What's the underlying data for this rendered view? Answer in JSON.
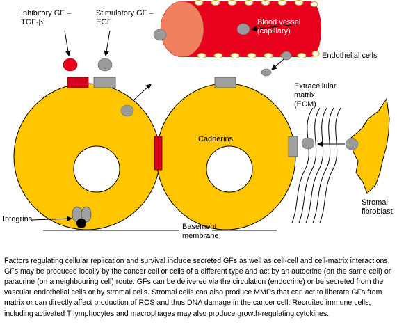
{
  "labels": {
    "inhibitory_gf": "Inhibitory GF –\nTGF-β",
    "stimulatory_gf": "Stimulatory GF –\nEGF",
    "blood_vessel": "Blood vessel\n(capillary)",
    "endothelial_cells": "Endothelial cells",
    "ecm": "Extracellular\nmatrix\n(ECM)",
    "cadherins": "Cadherins",
    "stromal_fibroblast": "Stromal\nfibroblast",
    "integrins": "Integrins",
    "basement_membrane": "Basement\nmembrane"
  },
  "caption": "Factors regulating cellular replication and survival include secreted GFs as well as cell-cell and cell-matrix interactions. GFs may be produced locally by the cancer cell or cells of a different type and act by an autocrine (on the same cell) or paracrine (on a neighbouring cell) route. GFs can be delivered via the circulation (endocrine) or be secreted from the vascular endothelial cells or by stromal cells. Stromal cells can also produce MMPs that can act to liberate GFs from matrix or can directly affect production of ROS and thus DNA damage in the cancer cell. Recruited immune cells, including activated T lymphocytes and macrophages may also produce growth-regulating cytokines.",
  "colors": {
    "cell_fill": "#ffc600",
    "vessel_red": "#e8001c",
    "vessel_end": "#f08060",
    "receptor_red": "#d8001c",
    "receptor_grey": "#a0a0a0",
    "gf_grey": "#9a9a9a"
  }
}
